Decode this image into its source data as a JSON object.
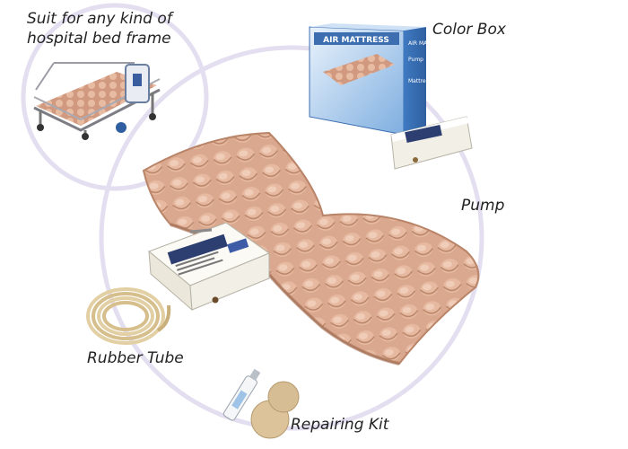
{
  "labels": {
    "bed_frame_line1": "Suit for any kind of",
    "bed_frame_line2": "hospital bed frame",
    "color_box": "Color Box",
    "pump": "Pump",
    "rubber_tube": "Rubber Tube",
    "repairing_kit": "Repairing Kit"
  },
  "box_print": {
    "title": "AIR MATTRESS",
    "side_title": "AIR MATTRESS",
    "pump_heading": "Pump",
    "mattress_heading": "Mattress"
  },
  "colors": {
    "mattress": "#d9a88e",
    "mattress_shadow": "#b98468",
    "ring": "#e4dff0",
    "box_blue": "#5b8fd0",
    "pump_body": "#f2efe6",
    "tube": "#e2cfa3"
  }
}
